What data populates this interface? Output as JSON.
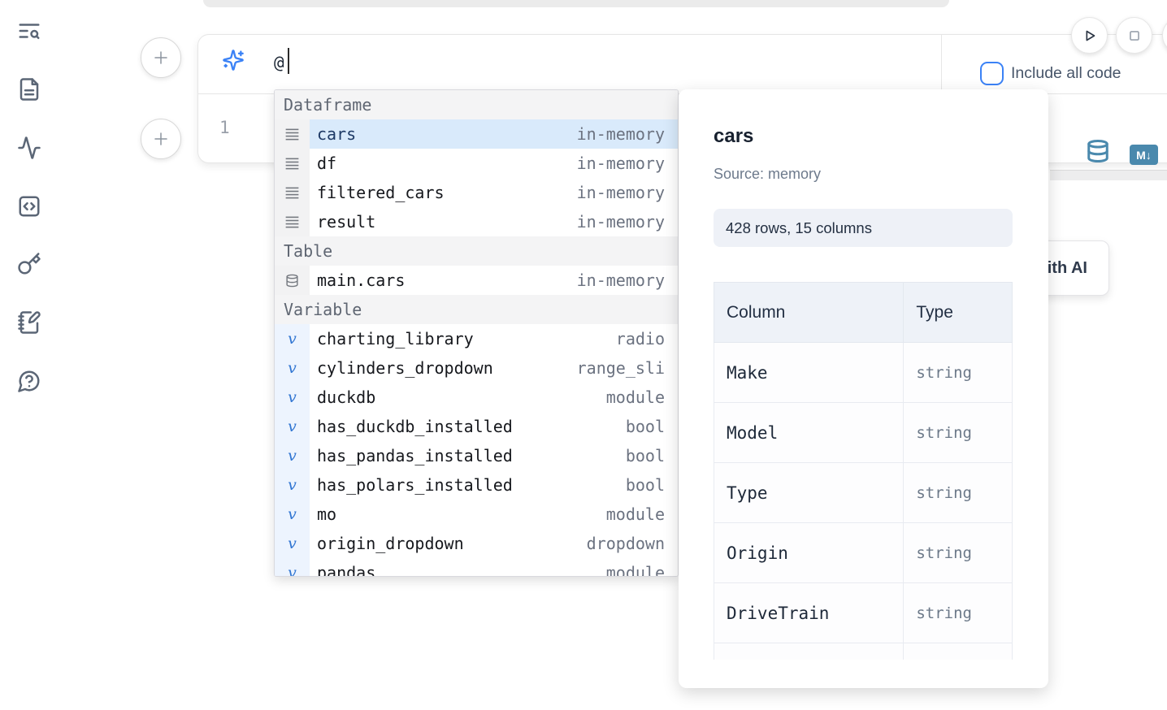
{
  "colors": {
    "accent": "#3b82f6",
    "steel_blue": "#4a89ad",
    "selection": "#d9eafb"
  },
  "sidebar": {
    "items": [
      {
        "icon": "text-search-icon"
      },
      {
        "icon": "file-text-icon"
      },
      {
        "icon": "activity-icon"
      },
      {
        "icon": "square-code-icon"
      },
      {
        "icon": "key-icon"
      },
      {
        "icon": "notebook-pen-icon"
      },
      {
        "icon": "help-chat-icon"
      }
    ]
  },
  "run_controls": {
    "icons": [
      "play-icon",
      "stop-icon"
    ]
  },
  "ai_cell": {
    "prompt_value": "@",
    "include_all_code_label": "Include all code"
  },
  "code_cell": {
    "line_number": "1",
    "convert_icons": [
      "database-icon",
      "markdown-icon"
    ],
    "markdown_badge": "M↓"
  },
  "generate_button": {
    "label": "Generate with AI"
  },
  "autocomplete": {
    "sections": [
      {
        "label": "Dataframe",
        "items": [
          {
            "icon": "rows-icon",
            "name": "cars",
            "detail": "in-memory",
            "selected": true
          },
          {
            "icon": "rows-icon",
            "name": "df",
            "detail": "in-memory"
          },
          {
            "icon": "rows-icon",
            "name": "filtered_cars",
            "detail": "in-memory"
          },
          {
            "icon": "rows-icon",
            "name": "result",
            "detail": "in-memory"
          }
        ]
      },
      {
        "label": "Table",
        "items": [
          {
            "icon": "database-icon",
            "name": "main.cars",
            "detail": "in-memory"
          }
        ]
      },
      {
        "label": "Variable",
        "items": [
          {
            "icon": "variable-icon",
            "name": "charting_library",
            "detail": "radio"
          },
          {
            "icon": "variable-icon",
            "name": "cylinders_dropdown",
            "detail": "range_sli"
          },
          {
            "icon": "variable-icon",
            "name": "duckdb",
            "detail": "module"
          },
          {
            "icon": "variable-icon",
            "name": "has_duckdb_installed",
            "detail": "bool"
          },
          {
            "icon": "variable-icon",
            "name": "has_pandas_installed",
            "detail": "bool"
          },
          {
            "icon": "variable-icon",
            "name": "has_polars_installed",
            "detail": "bool"
          },
          {
            "icon": "variable-icon",
            "name": "mo",
            "detail": "module"
          },
          {
            "icon": "variable-icon",
            "name": "origin_dropdown",
            "detail": "dropdown"
          },
          {
            "icon": "variable-icon",
            "name": "pandas",
            "detail": "module"
          }
        ]
      }
    ]
  },
  "preview_panel": {
    "title": "cars",
    "source_label": "Source: memory",
    "shape_badge": "428 rows, 15 columns",
    "table": {
      "headers": [
        "Column",
        "Type"
      ],
      "rows": [
        [
          "Make",
          "string"
        ],
        [
          "Model",
          "string"
        ],
        [
          "Type",
          "string"
        ],
        [
          "Origin",
          "string"
        ],
        [
          "DriveTrain",
          "string"
        ]
      ],
      "partial_row": true
    }
  }
}
